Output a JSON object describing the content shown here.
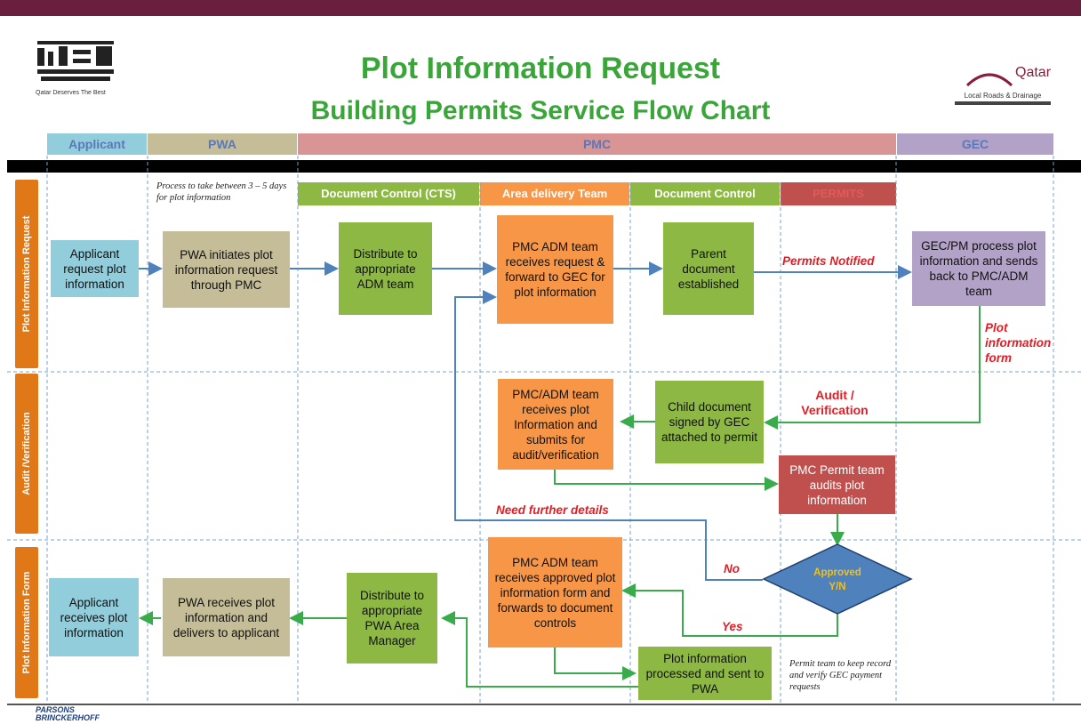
{
  "header": {
    "title": "Plot Information Request",
    "subtitle": "Building Permits Service Flow Chart",
    "logo_left_tagline": "Qatar Deserves The Best",
    "logo_right_name": "Qatar",
    "logo_right_text": "Local Roads & Drainage"
  },
  "lanes": {
    "applicant": "Applicant",
    "pwa": "PWA",
    "pmc": "PMC",
    "gec": "GEC"
  },
  "rows": {
    "row1": "Plot Information Request",
    "row2": "Audit /Verification",
    "row3": "Plot Information Form"
  },
  "subheaders": {
    "cts": "Document Control (CTS)",
    "area": "Area delivery Team",
    "doc": "Document Control",
    "permits": "PERMITS"
  },
  "notes": {
    "pwa_time": "Process to take between 3 – 5 days for plot information",
    "permit_keep": "Permit team to keep record and verify GEC payment requests"
  },
  "boxes": {
    "applicant_request": "Applicant request plot information",
    "pwa_initiates": "PWA initiates plot information request through PMC",
    "distribute_adm": "Distribute to appropriate ADM team",
    "pmc_adm_receives": "PMC ADM team receives request & forward to GEC for plot information",
    "parent_doc": "Parent document established",
    "gec_process": "GEC/PM process plot information and sends back to PMC/ADM team",
    "child_doc": "Child document signed by GEC attached to permit",
    "pmc_adm_audit": "PMC/ADM team receives plot Information and submits for audit/verification",
    "pmc_permit_audit": "PMC Permit team audits plot information",
    "approved_label": "Approved",
    "approved_yn": "Y/N",
    "pmc_adm_approved": "PMC ADM team receives approved plot information form and forwards to document controls",
    "plot_processed": "Plot information processed and sent to PWA",
    "distribute_pwa": "Distribute to appropriate PWA Area Manager",
    "pwa_receives": "PWA receives plot information and delivers to applicant",
    "applicant_receives": "Applicant receives plot information"
  },
  "labels": {
    "permits_notified": "Permits Notified",
    "plot_info_form": "Plot information form",
    "audit_verification": "Audit / Verification",
    "need_further": "Need further details",
    "no": "No",
    "yes": "Yes"
  },
  "footer": {
    "company_line1": "PARSONS",
    "company_line2": "BRINCKERHOFF"
  },
  "colors": {
    "blue_box": "#92cddc",
    "tan_box": "#c4bd97",
    "green_box": "#8db844",
    "orange_box": "#f79646",
    "purple_box": "#b2a2c7",
    "red_box": "#c0504d",
    "diamond": "#4f81bd",
    "title_green": "#3aa63a",
    "arrow_blue": "#4f81bd",
    "arrow_green": "#3aab4a"
  }
}
